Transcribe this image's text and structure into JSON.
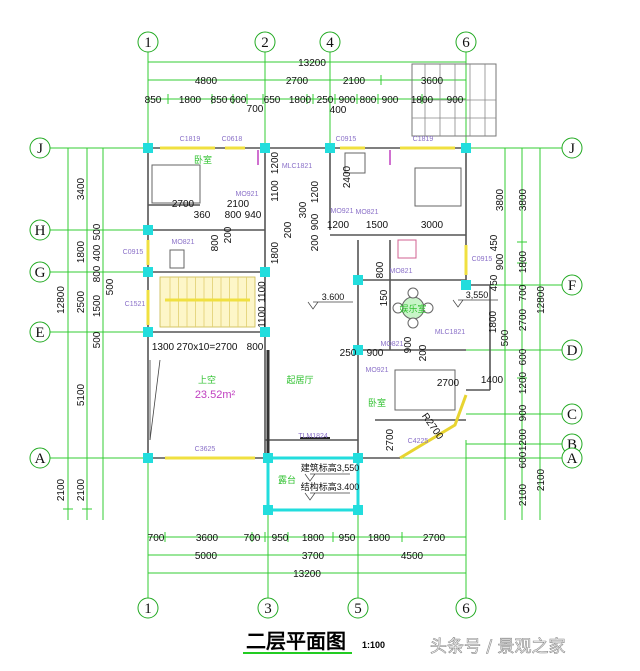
{
  "title": "二层平面图",
  "scale": "1:100",
  "watermark": "头条号 / 景观之家",
  "colors": {
    "grid": "#33cc33",
    "column": "#22dddd",
    "window": "#f0e040",
    "wall": "#555555",
    "opening_code": "#8a70c8",
    "room_name": "#2fc12f"
  },
  "axes": {
    "top": [
      "1",
      "2",
      "4",
      "6"
    ],
    "bottom": [
      "1",
      "3",
      "5",
      "6"
    ],
    "left": [
      "J",
      "H",
      "G",
      "E",
      "A"
    ],
    "right": [
      "J",
      "F",
      "D",
      "C",
      "B",
      "A"
    ]
  },
  "dims": {
    "top_total": "13200",
    "top_mid": [
      "4800",
      "2700",
      "2100",
      "3600"
    ],
    "top_detail": [
      "850",
      "1800",
      "850",
      "600",
      "650",
      "1800",
      "250",
      "900",
      "800",
      "900",
      "1800",
      "900"
    ],
    "bottom_detail": [
      "700",
      "3600",
      "700",
      "950",
      "1800",
      "950",
      "1800",
      "2700"
    ],
    "bottom_mid": [
      "5000",
      "3700",
      "4500"
    ],
    "bottom_total": "13200",
    "left_outer": [
      "12800",
      "2100"
    ],
    "left_mid": [
      "3400",
      "1800",
      "2500",
      "5100",
      "2100"
    ],
    "left_detail": [
      "500",
      "400",
      "800",
      "500",
      "1500",
      "500"
    ],
    "right_inner": [
      "3800",
      "450",
      "900",
      "450",
      "1800",
      "500"
    ],
    "right_mid": [
      "3800",
      "1800",
      "700",
      "2700",
      "600",
      "1200",
      "900",
      "1200",
      "600",
      "2100"
    ],
    "right_outer": [
      "12800",
      "2100"
    ]
  },
  "interior_dims": [
    "700",
    "400",
    "1200",
    "1100",
    "1200",
    "2400",
    "2700",
    "2100",
    "360",
    "800",
    "940",
    "300",
    "1200",
    "1500",
    "3000",
    "800",
    "200",
    "1800",
    "200",
    "900",
    "200",
    "800",
    "150",
    "1100",
    "1100",
    "1300",
    "270x10=2700",
    "800",
    "250",
    "900",
    "900",
    "200",
    "2700",
    "1400",
    "2700",
    "R2700"
  ],
  "openings": [
    "C1819",
    "C0618",
    "C0915",
    "C1819",
    "MLC1821",
    "MO921",
    "MO921",
    "MO821",
    "MO821",
    "C0915",
    "C1521",
    "MO821",
    "MLC1821",
    "MO821",
    "MO921",
    "C0915",
    "TLM1824",
    "C3625",
    "C4225"
  ],
  "rooms": {
    "bedroom_north": "卧室",
    "recreation": "娱乐室",
    "living": "起居厅",
    "bedroom_south": "卧室",
    "void": "上空",
    "void_area": "23.52m²",
    "terrace": "露台"
  },
  "levels": {
    "floor": "3.600",
    "balcony": "3,550",
    "terrace_arch": "建筑标高3,550",
    "terrace_struct": "结构标高3.400"
  }
}
